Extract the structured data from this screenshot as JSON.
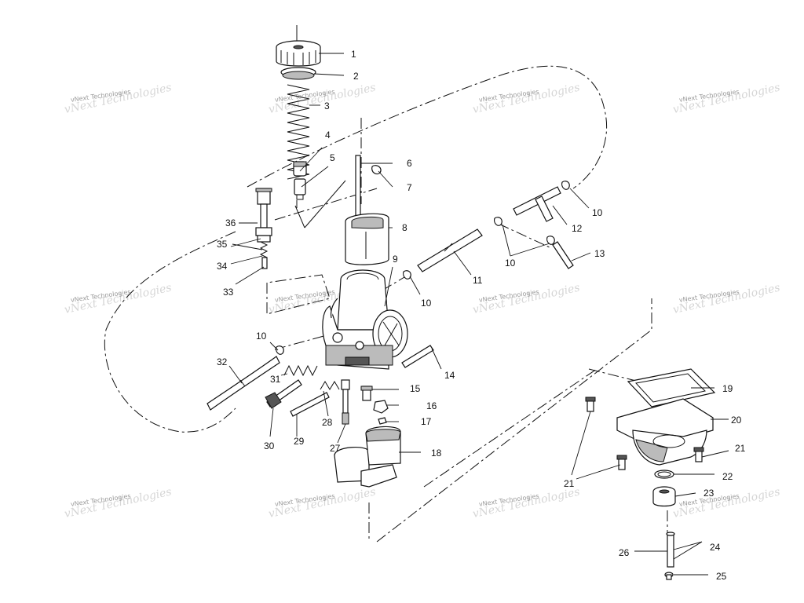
{
  "watermark": {
    "text": "vNext Technologies",
    "logo_text": "vNext Technologies",
    "count": 16
  },
  "callouts": [
    "1",
    "2",
    "3",
    "4",
    "5",
    "6",
    "7",
    "8",
    "9",
    "10",
    "11",
    "12",
    "10",
    "13",
    "36",
    "35",
    "34",
    "33",
    "10",
    "10",
    "14",
    "32",
    "31",
    "15",
    "16",
    "17",
    "30",
    "29",
    "28",
    "27",
    "18",
    "19",
    "20",
    "21",
    "21",
    "22",
    "23",
    "24",
    "26",
    "25"
  ]
}
